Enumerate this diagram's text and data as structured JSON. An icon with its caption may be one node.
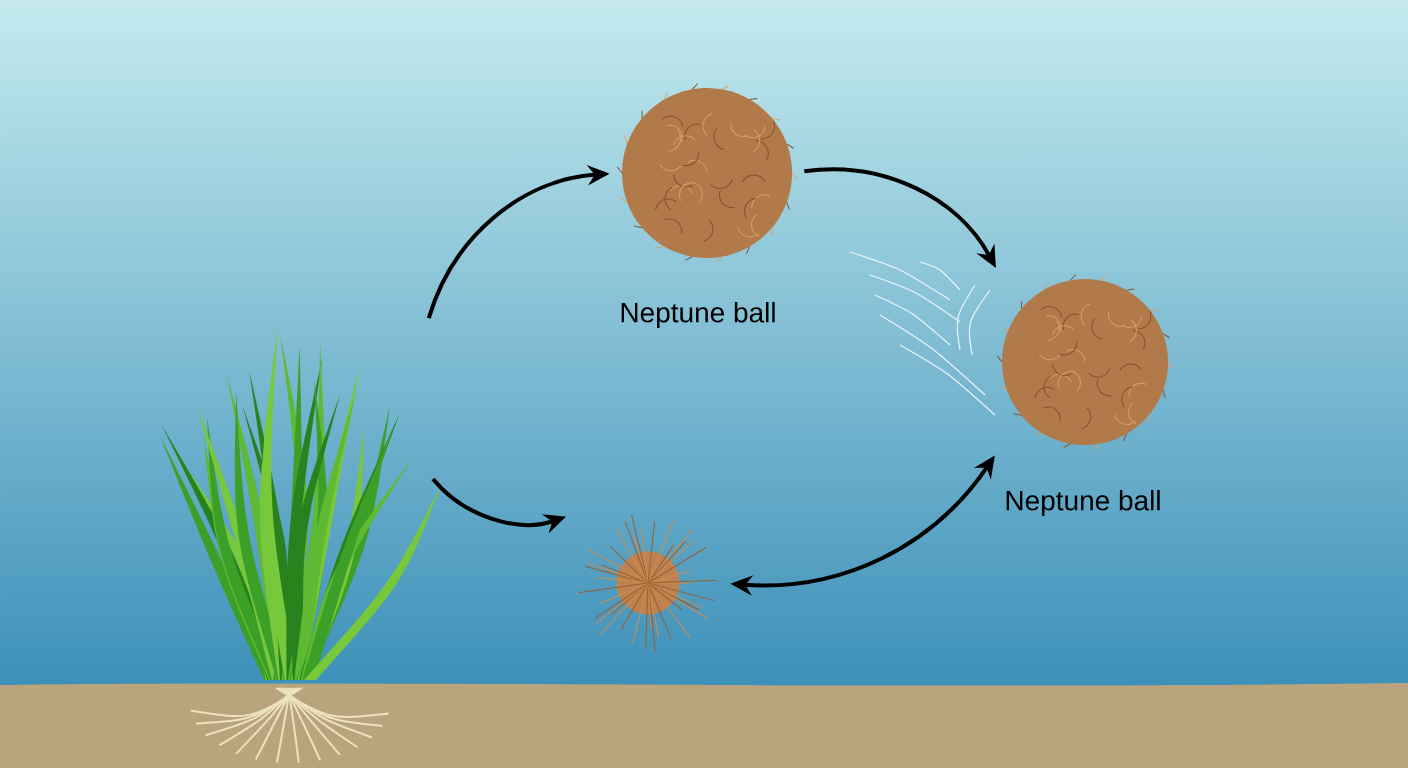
{
  "diagram": {
    "nodes": [
      {
        "text": [],
        "shape": "picture"
      },
      {
        "text": [],
        "shape": "picture",
        "beside": [
          "Neptune ball"
        ]
      },
      {
        "text": [],
        "shape": "picture",
        "beside": [
          "Neptune ball"
        ]
      },
      {
        "text": [],
        "shape": "picture"
      }
    ],
    "edges": [
      {
        "from": 0,
        "to": 1,
        "arrow": "to"
      },
      {
        "from": 1,
        "to": 2,
        "arrow": "to"
      },
      {
        "from": 0,
        "to": 3,
        "arrow": "to"
      },
      {
        "from": 3,
        "to": 2,
        "arrow": "both"
      }
    ]
  }
}
